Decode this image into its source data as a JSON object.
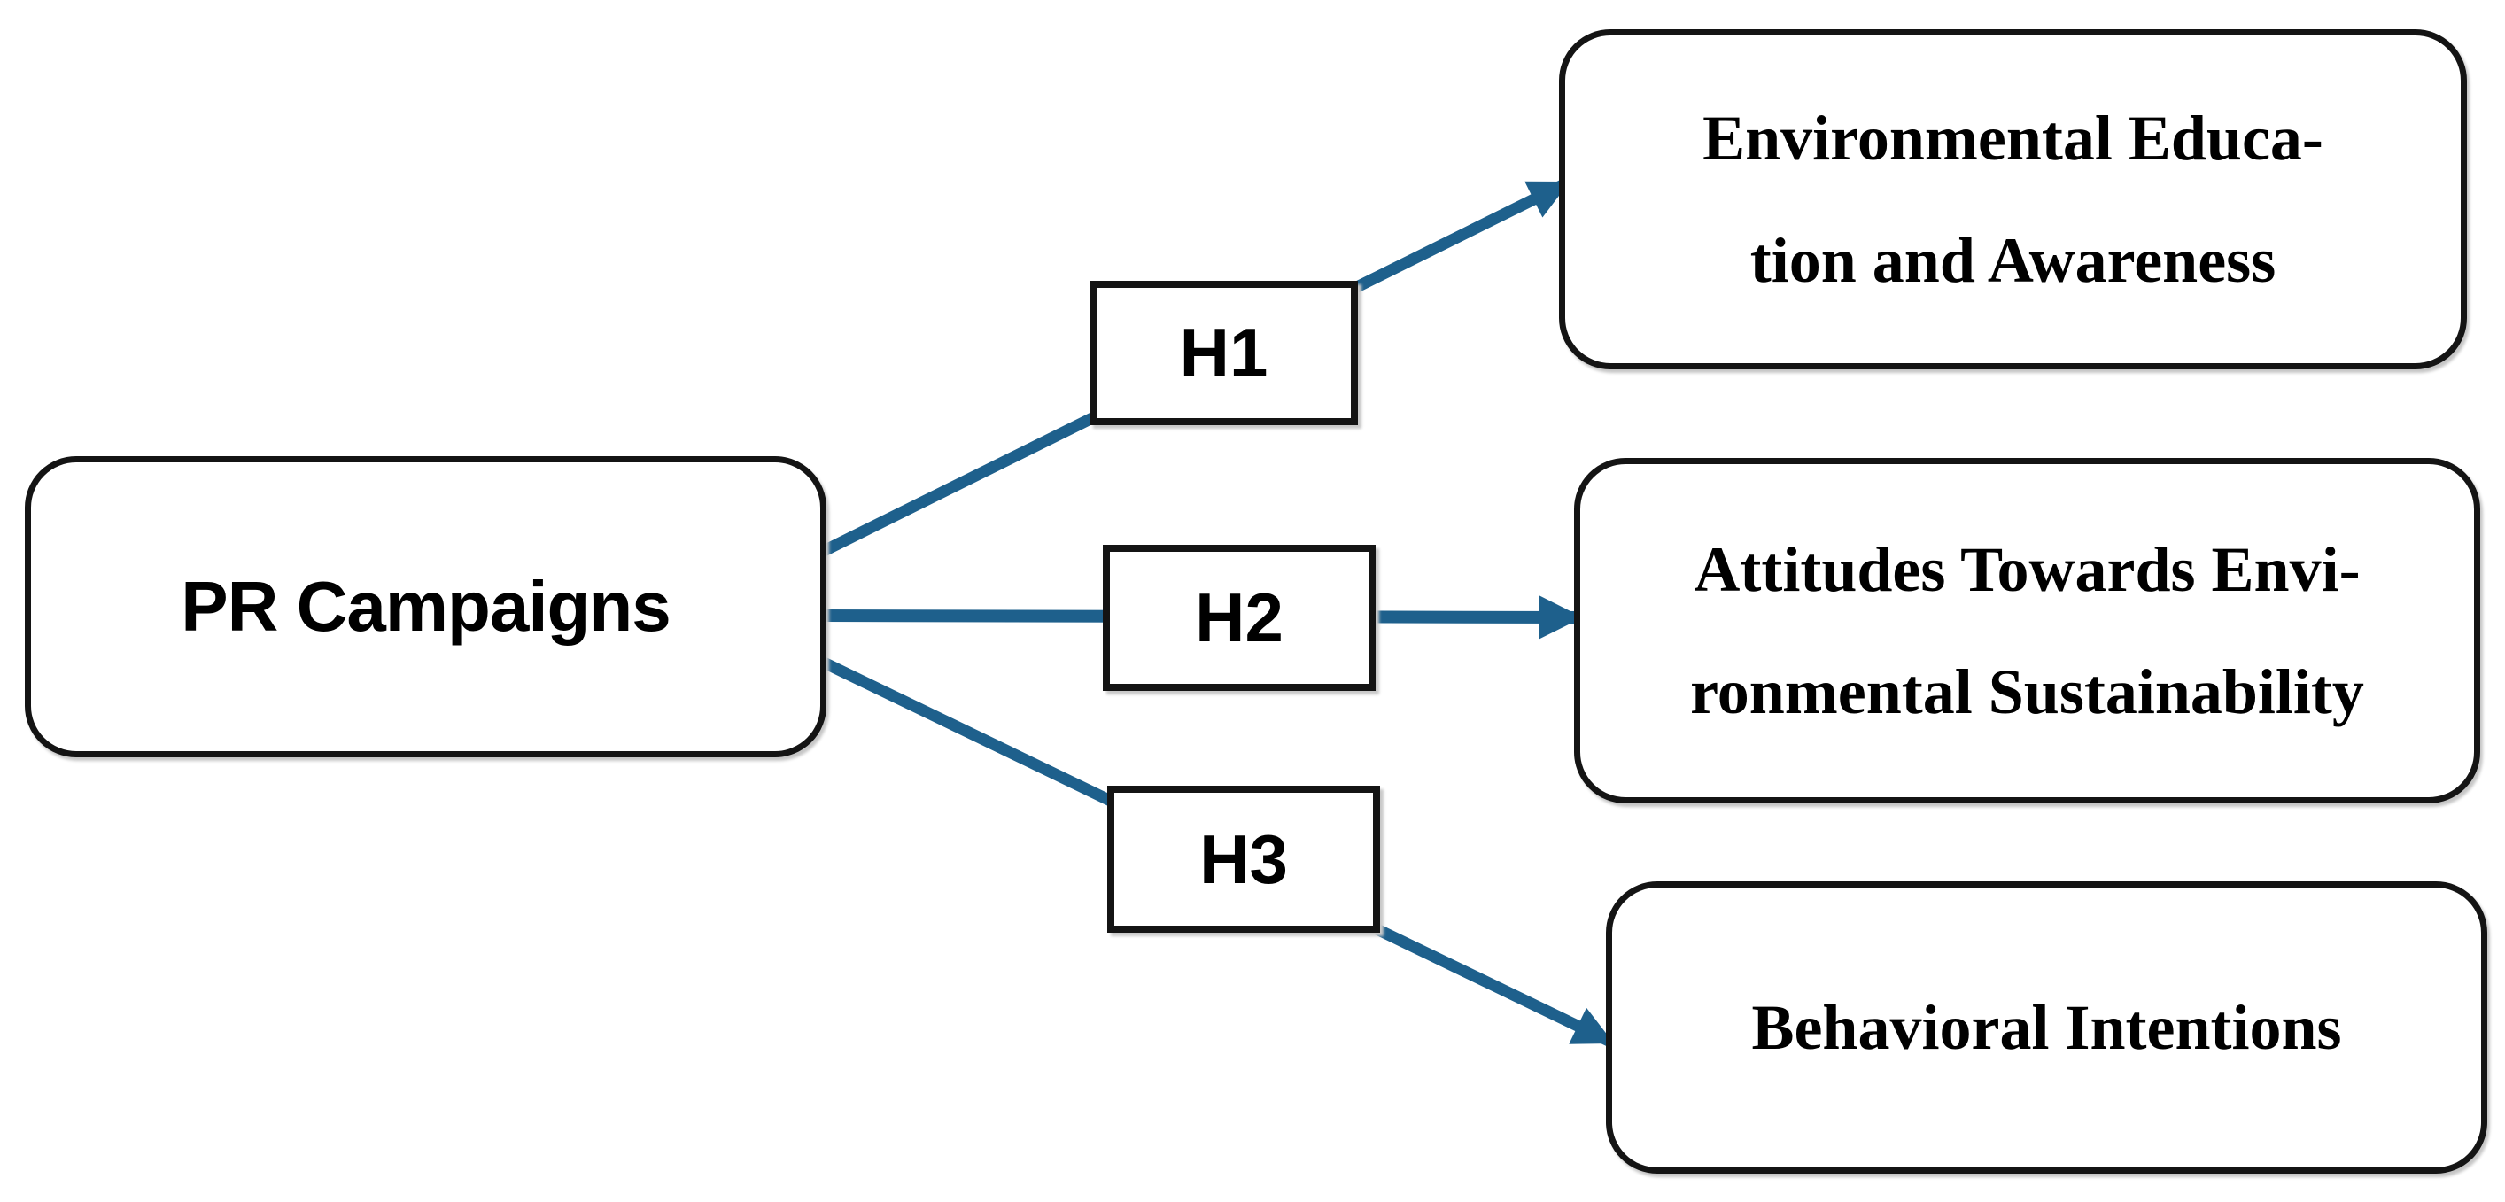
{
  "figure": {
    "type": "hypothesis-model-diagram",
    "colors": {
      "background": "#ffffff",
      "arrow": "#1E608C",
      "box_border": "#141414",
      "text": "#000000"
    },
    "source_node": {
      "label": "PR Campaigns"
    },
    "hypothesis_labels": [
      {
        "label": "H1"
      },
      {
        "label": "H2"
      },
      {
        "label": "H3"
      }
    ],
    "outcome_nodes": [
      {
        "line1": "Environmental Educa-",
        "line2": "tion and Awareness"
      },
      {
        "line1": "Attitudes Towards Envi-",
        "line2": "ronmental Sustainability"
      },
      {
        "line1": "Behavioral Intentions",
        "line2": ""
      }
    ],
    "edges": [
      {
        "hypothesis": "H1",
        "from": "PR Campaigns",
        "to": "Environmental Education and Awareness"
      },
      {
        "hypothesis": "H2",
        "from": "PR Campaigns",
        "to": "Attitudes Towards Environmental Sustainability"
      },
      {
        "hypothesis": "H3",
        "from": "PR Campaigns",
        "to": "Behavioral Intentions"
      }
    ]
  }
}
